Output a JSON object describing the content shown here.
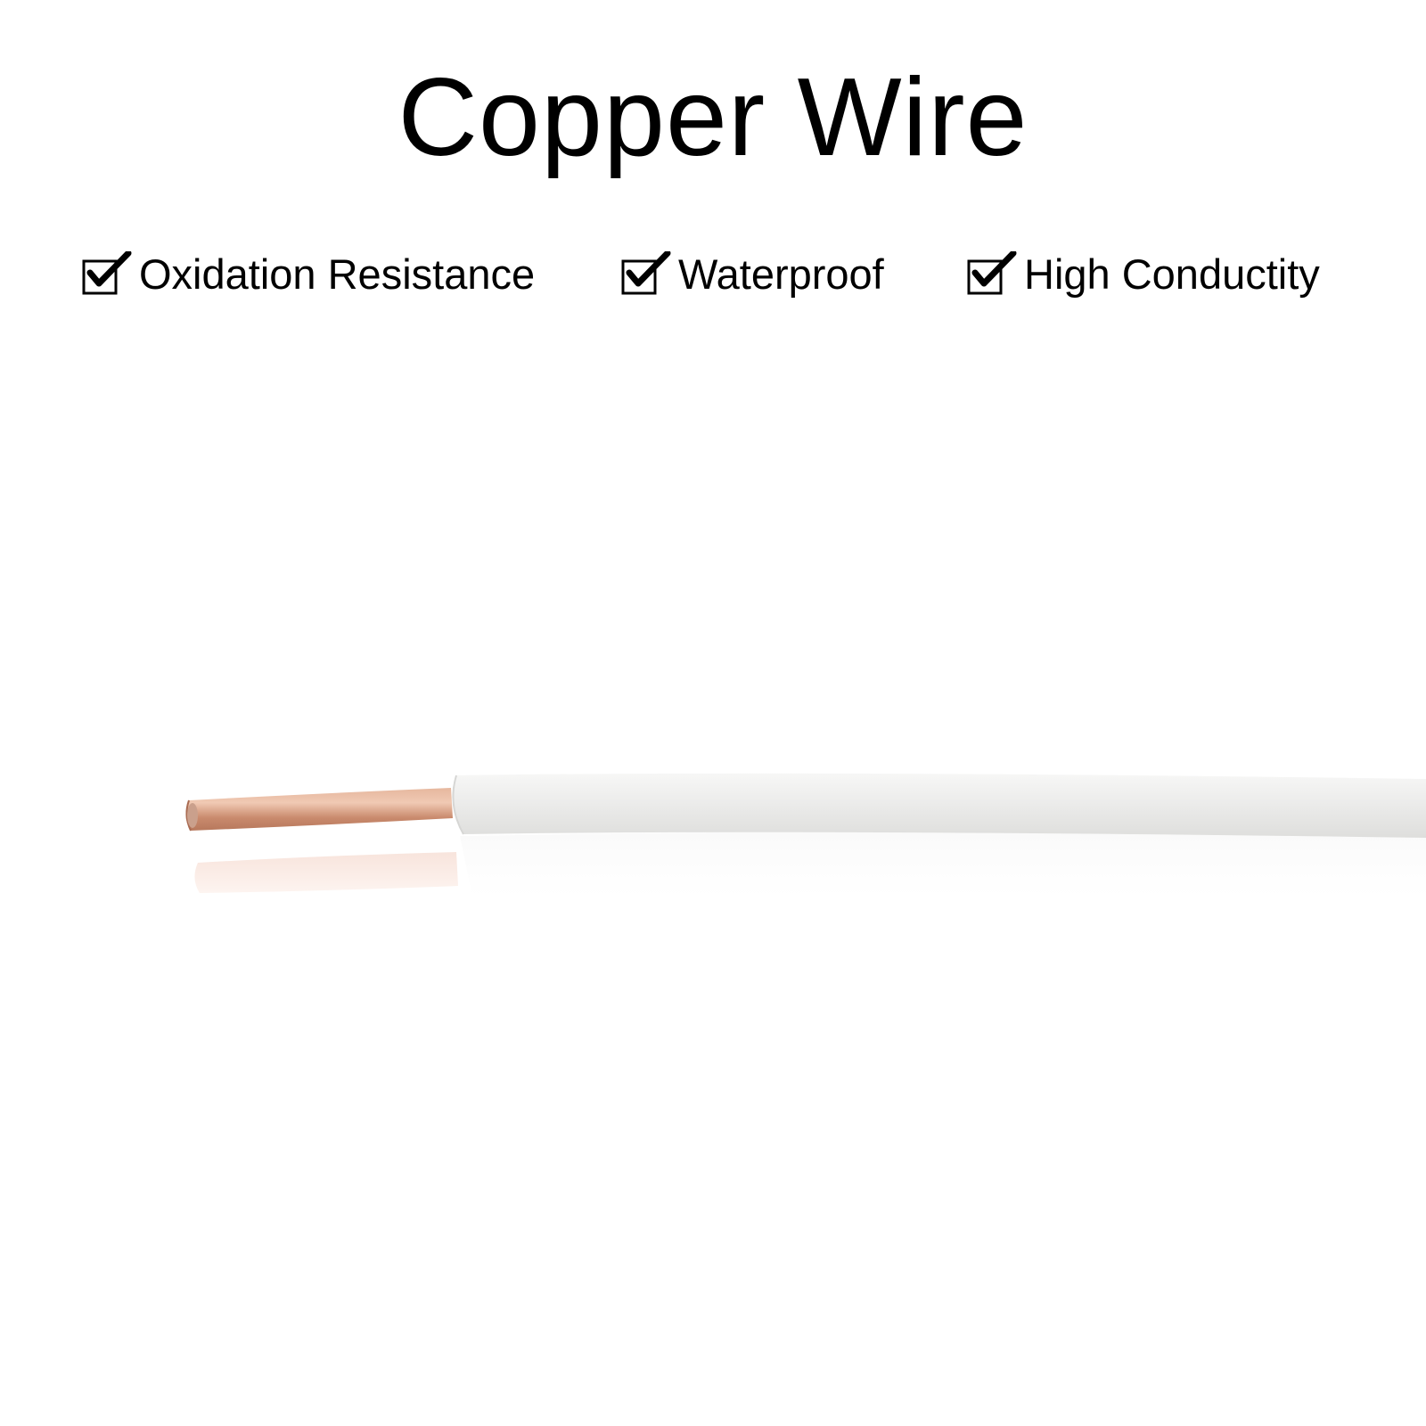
{
  "title": "Copper Wire",
  "features": [
    {
      "label": "Oxidation Resistance",
      "icon": "checked-box-icon",
      "checked": true
    },
    {
      "label": "Waterproof",
      "icon": "checked-box-icon",
      "checked": true
    },
    {
      "label": "High Conductity",
      "icon": "checked-box-icon",
      "checked": true
    }
  ],
  "colors": {
    "text": "#000000",
    "background": "#ffffff",
    "insulation": "#ebebea",
    "copper": "#d7a083"
  }
}
